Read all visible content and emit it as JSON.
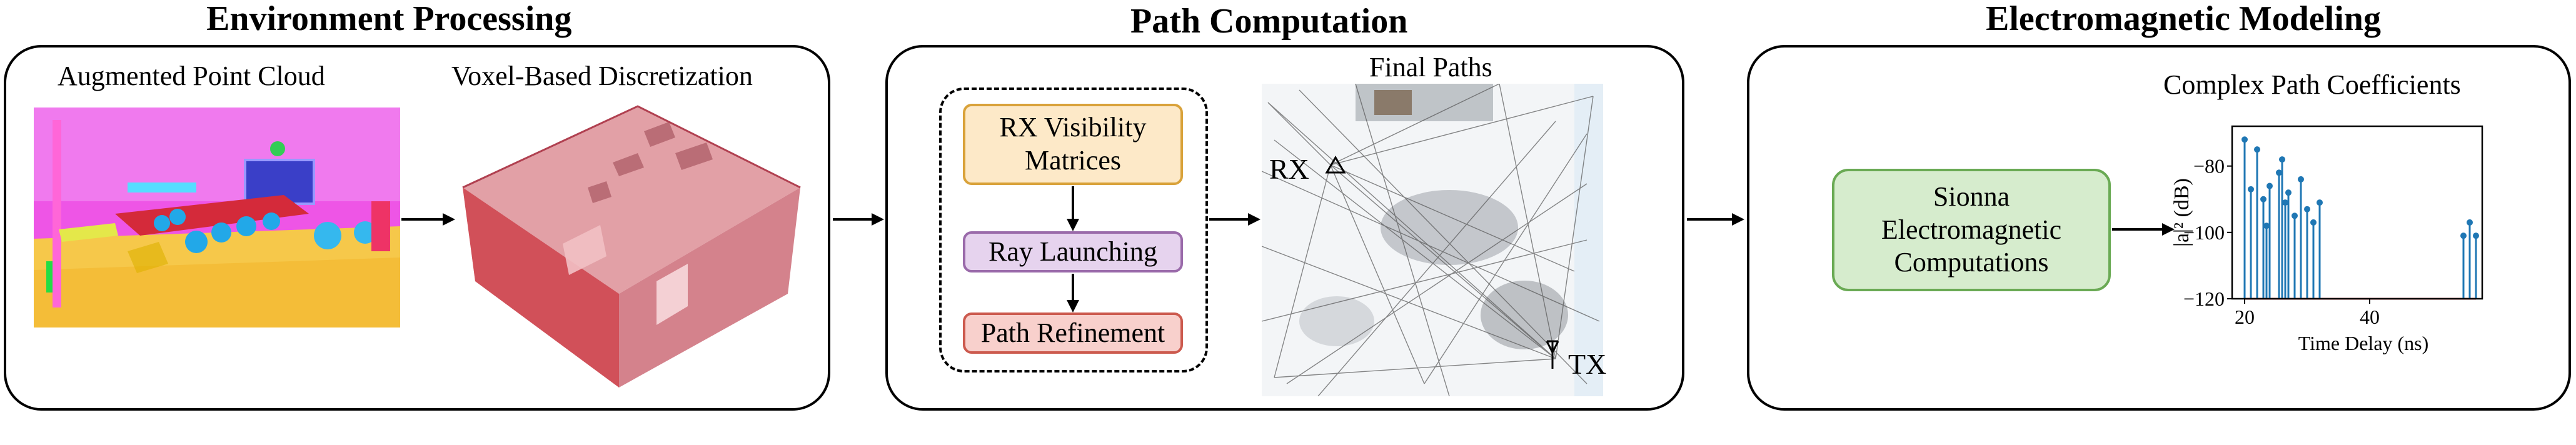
{
  "sections": {
    "env": {
      "title": "Environment Processing",
      "left_label": "Augmented Point Cloud",
      "right_label": "Voxel-Based Discretization"
    },
    "path": {
      "title": "Path Computation",
      "pipeline": [
        "RX Visibility Matrices",
        "Ray Launching",
        "Path Refinement"
      ],
      "image_label": "Final Paths",
      "rx_label": "RX",
      "tx_label": "TX"
    },
    "em": {
      "title": "Electromagnetic Modeling",
      "chart_title": "Complex Path Coefficients",
      "box_label": "Sionna Electromagnetic Computations"
    }
  },
  "colors": {
    "rx_box_fill": "#fde9c8",
    "rx_box_border": "#d9a23a",
    "ray_box_fill": "#e6d3ee",
    "ray_box_border": "#9a6aaa",
    "ref_box_fill": "#f8d0cc",
    "ref_box_border": "#cc5a4e",
    "sionna_fill": "#d6eccd",
    "sionna_border": "#6aaa54",
    "stem_color": "#1f77b4",
    "floor_line": "#e06060"
  },
  "chart_data": {
    "type": "stem",
    "title": "Complex Path Coefficients",
    "xlabel": "Time Delay (ns)",
    "ylabel": "|a|² (dB)",
    "xlim": [
      18,
      58
    ],
    "ylim": [
      -120,
      -68
    ],
    "xticks": [
      20,
      40
    ],
    "yticks": [
      -80,
      -100,
      -120
    ],
    "baseline": -120,
    "x": [
      20,
      21,
      22,
      23,
      23.5,
      24,
      25.5,
      26,
      26.5,
      27,
      28,
      29,
      30,
      31,
      32,
      55,
      56,
      57
    ],
    "values": [
      -72,
      -87,
      -75,
      -90,
      -98,
      -86,
      -82,
      -78,
      -91,
      -88,
      -95,
      -84,
      -93,
      -97,
      -91,
      -101,
      -97,
      -101
    ]
  }
}
